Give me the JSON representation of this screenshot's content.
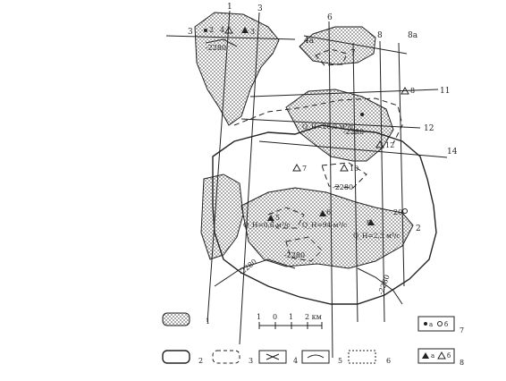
{
  "profile_labels": [
    "1",
    "3",
    "4a",
    "6",
    "7",
    "8",
    "8a",
    "11",
    "12",
    "14",
    "2",
    "3"
  ],
  "well_labels": [
    "2",
    "3",
    "4",
    "5",
    "6",
    "7",
    "8",
    "9",
    "10",
    "12",
    "20"
  ],
  "contour_labels": [
    "-2280",
    "-2280",
    "-2280",
    "-2280",
    "-2280",
    "-2280"
  ],
  "flow_labels": [
    "Q_H=28,5 м³/с",
    "Q_H=94 м³/с",
    "Q_H=0,6 м³/с",
    "Q_H=2,3 м³/с"
  ],
  "scale": {
    "ticks": [
      "1",
      "0",
      "1",
      "2 км"
    ]
  },
  "legend": {
    "items": [
      "1",
      "2",
      "3",
      "4",
      "5",
      "6",
      "7",
      "8"
    ],
    "labels_7": [
      "а",
      "б"
    ],
    "labels_8": [
      "а",
      "б"
    ]
  }
}
